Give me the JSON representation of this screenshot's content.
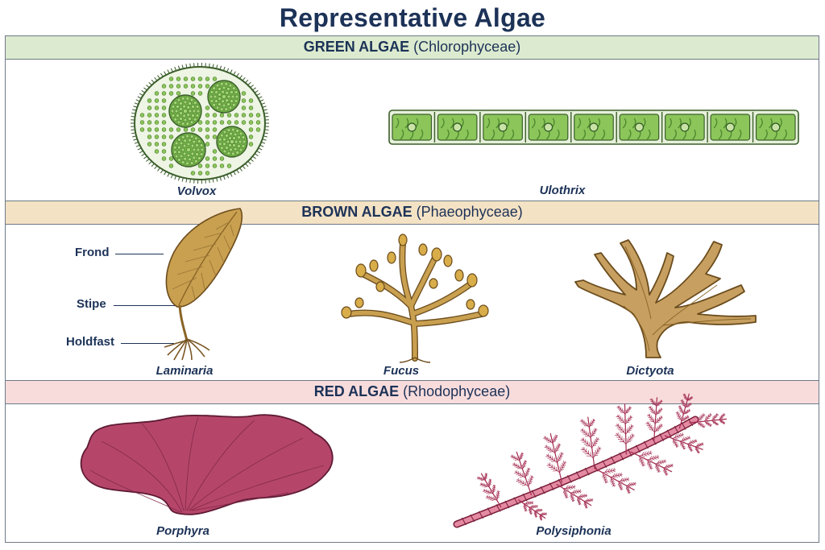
{
  "title": "Representative Algae",
  "sections": {
    "green": {
      "name": "GREEN ALGAE",
      "class": "(Chlorophyceae)",
      "color": "#dcebcf"
    },
    "brown": {
      "name": "BROWN ALGAE",
      "class": "(Phaeophyceae)",
      "color": "#f4e2c4"
    },
    "red": {
      "name": "RED ALGAE",
      "class": "(Rhodophyceae)",
      "color": "#f8dcdc"
    }
  },
  "specimens": {
    "volvox": "Volvox",
    "ulothrix": "Ulothrix",
    "laminaria": "Laminaria",
    "fucus": "Fucus",
    "dictyota": "Dictyota",
    "porphyra": "Porphyra",
    "polysiphonia": "Polysiphonia"
  },
  "laminaria_parts": {
    "frond": "Frond",
    "stipe": "Stipe",
    "holdfast": "Holdfast"
  },
  "colors": {
    "green_fill": "#8cc65a",
    "brown_fill": "#c8a25a",
    "red_fill": "#b8456a",
    "text": "#1c3257"
  }
}
